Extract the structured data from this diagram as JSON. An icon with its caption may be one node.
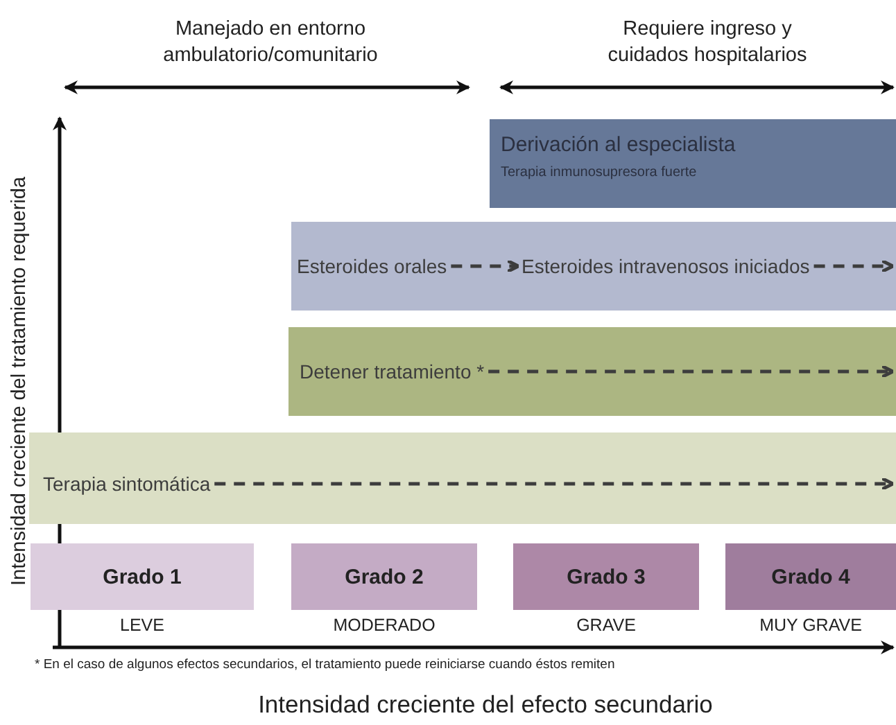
{
  "diagram": {
    "nodes": [
      {
        "text": [
          "Derivación al especialista",
          "Terapia inmunosupresora fuerte"
        ]
      },
      {
        "text": [],
        "shape": "box"
      },
      {
        "text": [
          "Esteroides orales"
        ],
        "in": 1
      },
      {
        "text": [
          "Esteroides intravenosos iniciados"
        ],
        "in": 1
      },
      {
        "text": [],
        "shape": "box"
      },
      {
        "text": [
          "Detener tratamiento *"
        ],
        "in": 4
      },
      {
        "text": [],
        "shape": "box"
      },
      {
        "text": [
          "Terapia sintomática"
        ],
        "in": 6
      },
      {
        "text": [
          "Grado 1"
        ],
        "beside": [
          "LEVE"
        ]
      },
      {
        "text": [
          "Grado 2"
        ],
        "beside": [
          "MODERADO"
        ]
      },
      {
        "text": [
          "Grado 3"
        ],
        "beside": [
          "GRAVE"
        ]
      },
      {
        "text": [
          "Grado 4"
        ],
        "beside": [
          "MUY GRAVE"
        ]
      }
    ],
    "edges": [
      {
        "from": 2,
        "to": 3,
        "arrow": "to",
        "style": "dashed"
      },
      {
        "from": 3,
        "to": null,
        "arrow": "to",
        "style": "dashed"
      },
      {
        "from": 5,
        "to": null,
        "arrow": "to",
        "style": "dashed"
      },
      {
        "from": 7,
        "to": null,
        "arrow": "to",
        "style": "dashed"
      }
    ],
    "labels": [
      "Manejado en entorno ambulatorio/comunitario",
      "Requiere ingreso y cuidados hospitalarios",
      "Intensidad creciente del tratamiento requerida",
      "* En el caso de algunos efectos secundarios, el tratamiento puede reiniciarse cuando éstos remiten",
      "Intensidad creciente del efecto secundario"
    ]
  }
}
